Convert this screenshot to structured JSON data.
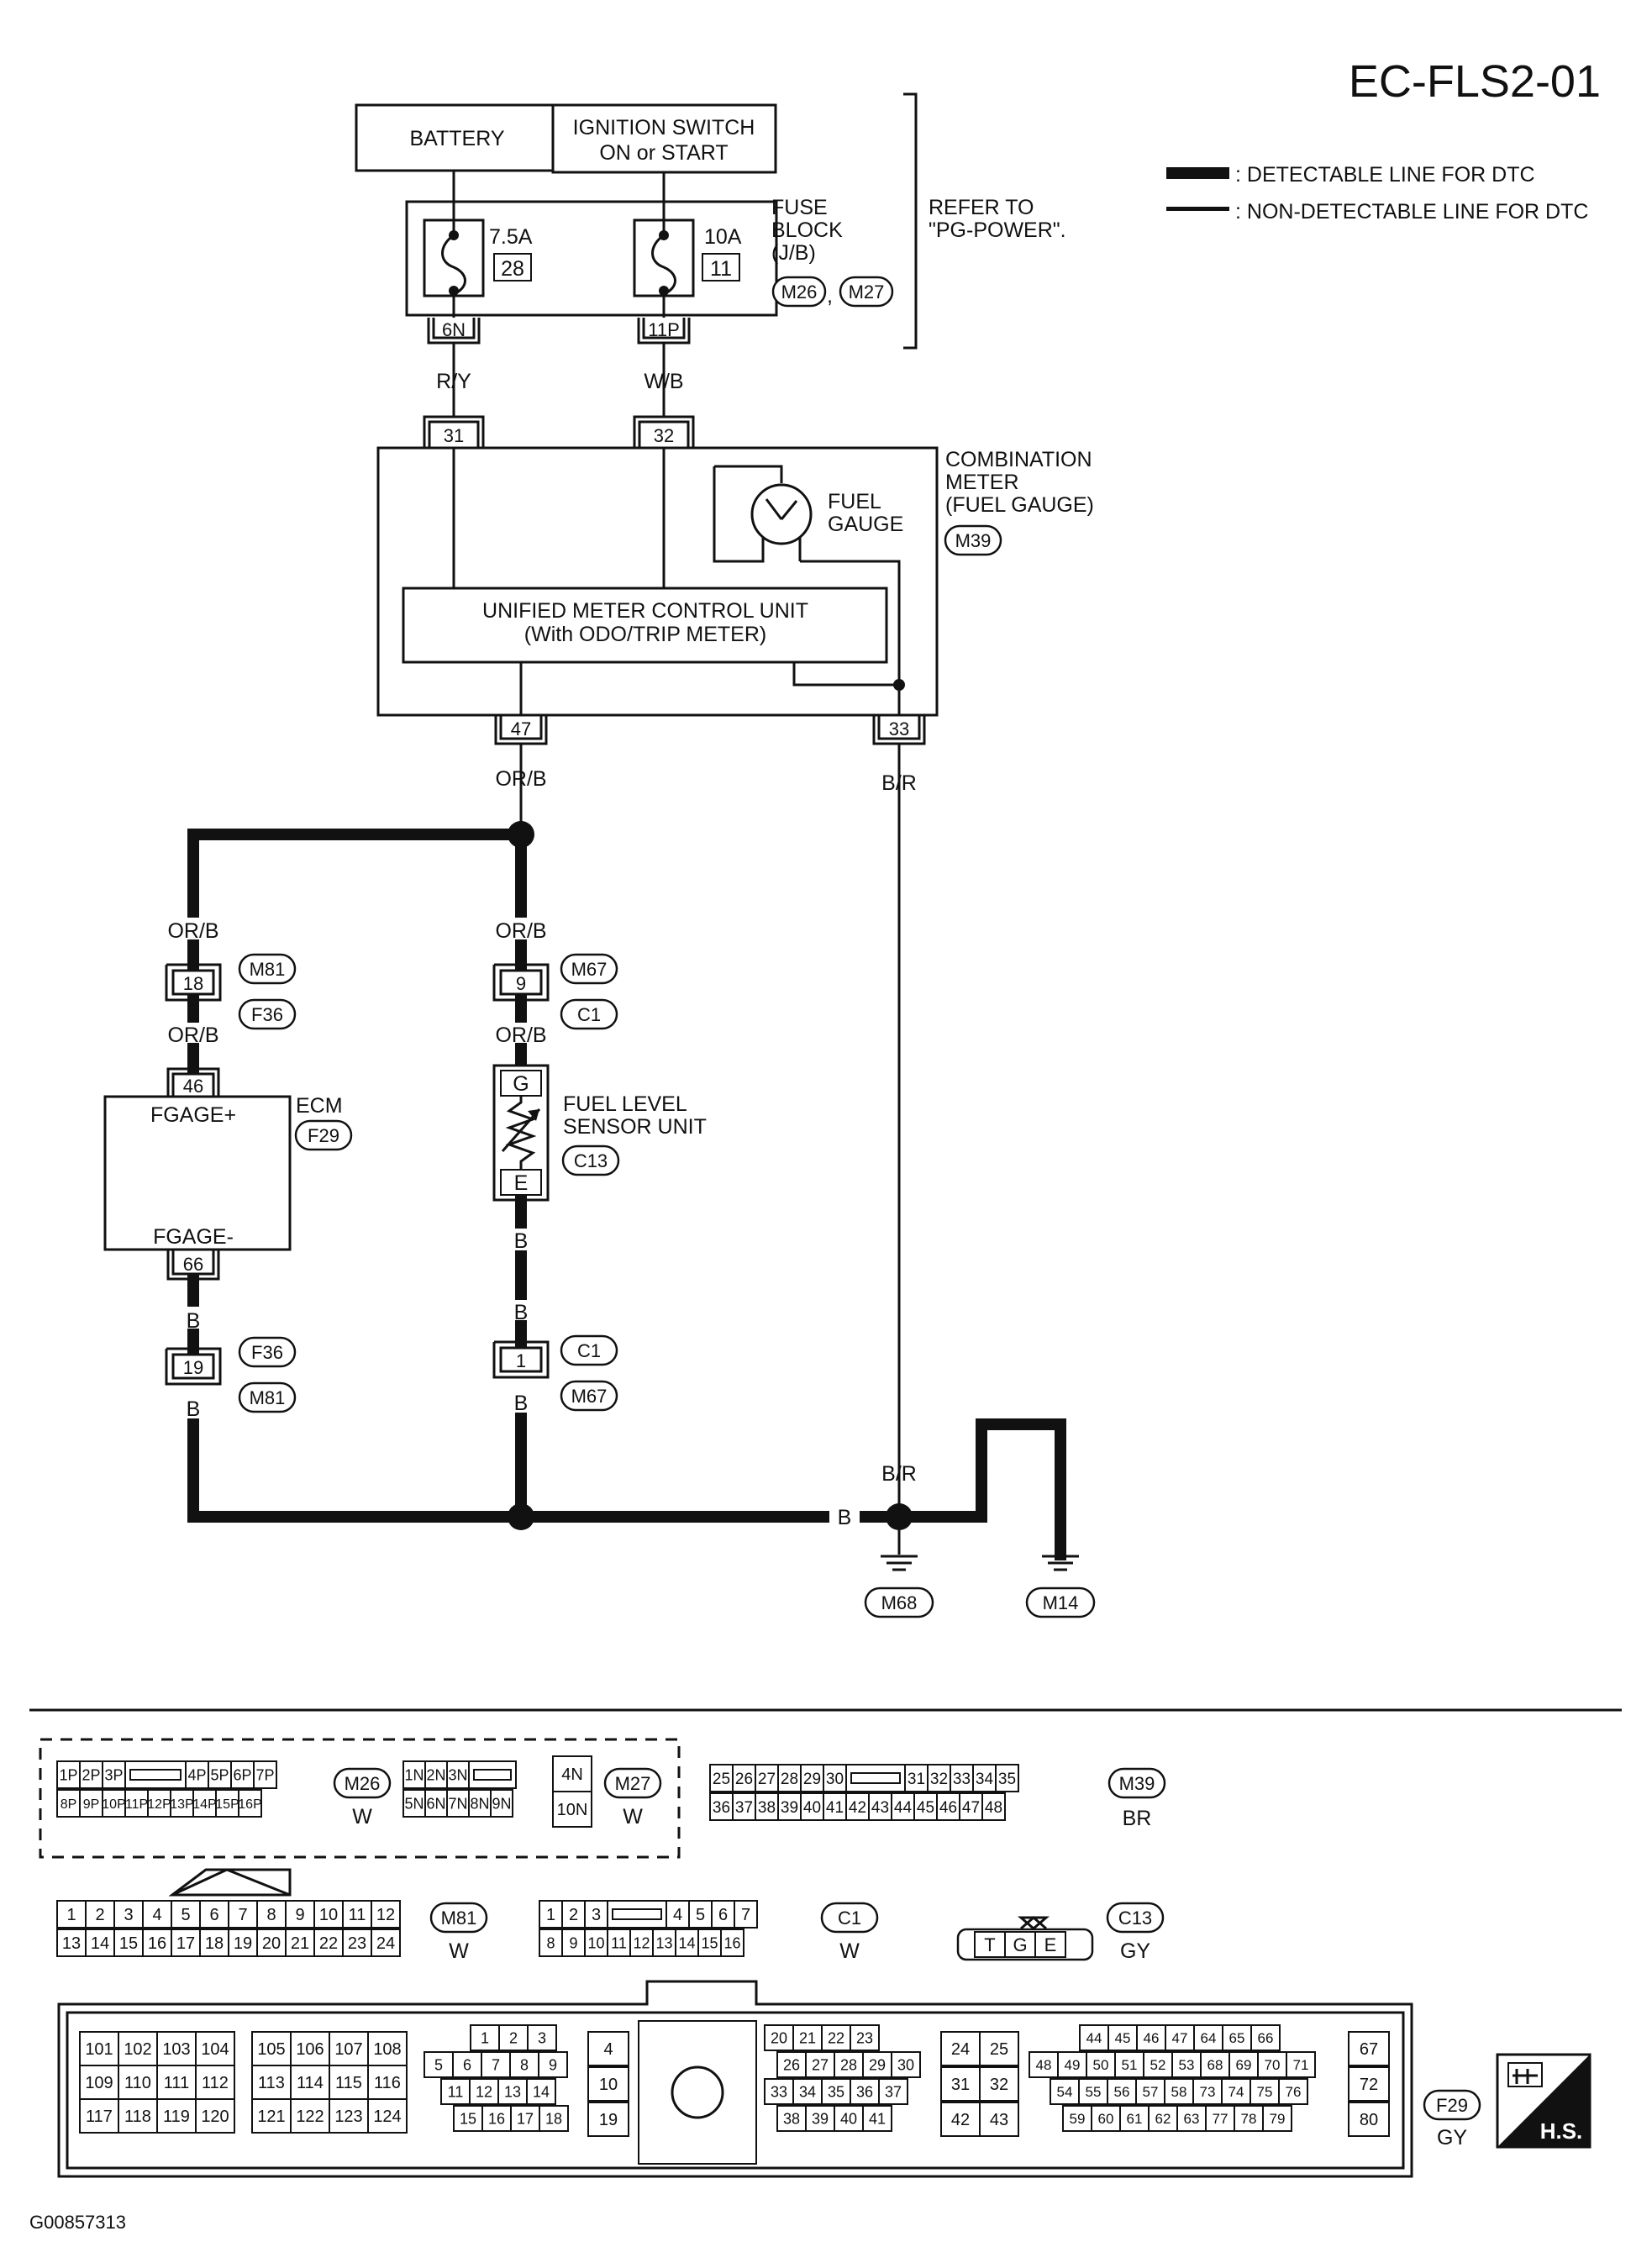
{
  "title": "EC-FLS2-01",
  "legend": {
    "detectable": ": DETECTABLE LINE FOR DTC",
    "non_detectable": ": NON-DETECTABLE LINE FOR DTC"
  },
  "refer": [
    "REFER TO",
    "\"PG-POWER\"."
  ],
  "battery": "BATTERY",
  "ignition": [
    "IGNITION SWITCH",
    "ON or START"
  ],
  "fuse_block": {
    "label": [
      "FUSE",
      "BLOCK",
      "(J/B)"
    ],
    "fuse1": {
      "amp": "7.5A",
      "num": "28"
    },
    "fuse2": {
      "amp": "10A",
      "num": "11"
    },
    "conn_a": "M26",
    "conn_b": "M27",
    "comma": ",",
    "pin_a": "6N",
    "pin_b": "11P"
  },
  "wires": {
    "ry": "R/Y",
    "wb": "W/B",
    "orb": "OR/B",
    "br": "B/R",
    "b": "B"
  },
  "combination_meter": {
    "label": [
      "COMBINATION",
      "METER",
      "(FUEL GAUGE)"
    ],
    "conn": "M39",
    "gauge": [
      "FUEL",
      "GAUGE"
    ],
    "unit": [
      "UNIFIED METER CONTROL UNIT",
      "(With ODO/TRIP METER)"
    ],
    "pin31": "31",
    "pin32": "32",
    "pin47": "47",
    "pin33": "33"
  },
  "ecm": {
    "label": "ECM",
    "conn": "F29",
    "top": "FGAGE+",
    "bottom": "FGAGE-",
    "pin46": "46",
    "pin66": "66"
  },
  "sensor": {
    "label": [
      "FUEL LEVEL",
      "SENSOR UNIT"
    ],
    "conn": "C13",
    "g": "G",
    "e": "E"
  },
  "junctions": {
    "m81": "M81",
    "f36": "F36",
    "m67": "M67",
    "c1": "C1",
    "pin18": "18",
    "pin9": "9",
    "pin19": "19",
    "pin1": "1"
  },
  "grounds": {
    "g1": "M68",
    "g2": "M14"
  },
  "connectors": {
    "m26": {
      "name": "M26",
      "color": "W",
      "row1": [
        "1P",
        "2P",
        "3P",
        "",
        "4P",
        "5P",
        "6P",
        "7P"
      ],
      "row2": [
        "8P",
        "9P",
        "10P",
        "11P",
        "12P",
        "13P",
        "14P",
        "15P",
        "16P"
      ]
    },
    "m27": {
      "name": "M27",
      "color": "W",
      "row1": [
        "1N",
        "2N",
        "3N",
        ""
      ],
      "row2": [
        "5N",
        "6N",
        "7N",
        "8N",
        "9N"
      ],
      "big": [
        "4N",
        "10N"
      ]
    },
    "m39": {
      "name": "M39",
      "color": "BR",
      "row1": [
        "25",
        "26",
        "27",
        "28",
        "29",
        "30",
        "",
        "31",
        "32",
        "33",
        "34",
        "35"
      ],
      "row2": [
        "36",
        "37",
        "38",
        "39",
        "40",
        "41",
        "42",
        "43",
        "44",
        "45",
        "46",
        "47",
        "48"
      ]
    },
    "m81": {
      "name": "M81",
      "color": "W",
      "row1": [
        "1",
        "2",
        "3",
        "4",
        "5",
        "6",
        "7",
        "8",
        "9",
        "10",
        "11",
        "12"
      ],
      "row2": [
        "13",
        "14",
        "15",
        "16",
        "17",
        "18",
        "19",
        "20",
        "21",
        "22",
        "23",
        "24"
      ]
    },
    "c1": {
      "name": "C1",
      "color": "W",
      "row1": [
        "1",
        "2",
        "3",
        "",
        "4",
        "5",
        "6",
        "7"
      ],
      "row2": [
        "8",
        "9",
        "10",
        "11",
        "12",
        "13",
        "14",
        "15",
        "16"
      ]
    },
    "c13": {
      "name": "C13",
      "color": "GY",
      "pins": [
        "T",
        "G",
        "E"
      ]
    },
    "f29": {
      "name": "F29",
      "color": "GY",
      "b1": [
        [
          "101",
          "102",
          "103",
          "104"
        ],
        [
          "109",
          "110",
          "111",
          "112"
        ],
        [
          "117",
          "118",
          "119",
          "120"
        ]
      ],
      "b2": [
        [
          "105",
          "106",
          "107",
          "108"
        ],
        [
          "113",
          "114",
          "115",
          "116"
        ],
        [
          "121",
          "122",
          "123",
          "124"
        ]
      ],
      "b3": [
        [
          "1",
          "2",
          "3"
        ],
        [
          "5",
          "6",
          "7",
          "8",
          "9"
        ],
        [
          "11",
          "12",
          "13",
          "14"
        ],
        [
          "15",
          "16",
          "17",
          "18"
        ]
      ],
      "b3r": [
        "4",
        "10",
        "19"
      ],
      "b4": [
        [
          "20",
          "21",
          "22",
          "23"
        ],
        [
          "26",
          "27",
          "28",
          "29",
          "30"
        ],
        [
          "33",
          "34",
          "35",
          "36",
          "37"
        ],
        [
          "38",
          "39",
          "40",
          "41"
        ]
      ],
      "b5": [
        [
          "24",
          "25"
        ],
        [
          "31",
          "32"
        ],
        [
          "42",
          "43"
        ]
      ],
      "b6": [
        [
          "44",
          "45",
          "46",
          "47",
          "64",
          "65",
          "66"
        ],
        [
          "48",
          "49",
          "50",
          "51",
          "52",
          "53",
          "68",
          "69",
          "70",
          "71"
        ],
        [
          "54",
          "55",
          "56",
          "57",
          "58",
          "73",
          "74",
          "75",
          "76"
        ],
        [
          "59",
          "60",
          "61",
          "62",
          "63",
          "77",
          "78",
          "79"
        ]
      ],
      "b6r": [
        "67",
        "72",
        "80"
      ]
    }
  },
  "hs_badge": "H.S.",
  "figure_id": "G00857313"
}
